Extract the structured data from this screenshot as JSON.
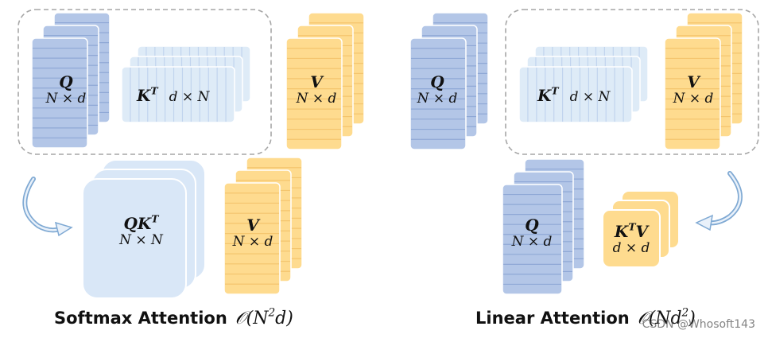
{
  "colors": {
    "q_fill": "#b3c6e7",
    "q_stroke": "#8fa8d6",
    "k_fill": "#deebf7",
    "k_stroke": "#c1d4ee",
    "v_fill": "#fedb8f",
    "v_stroke": "#f4c56e",
    "qk_fill": "#d9e7f7",
    "dashed_border": "#a6a6a6",
    "arrow": "#7fa9d3"
  },
  "softmax": {
    "q": {
      "name": "Q",
      "dim": "N × d"
    },
    "kt": {
      "name": "K",
      "sup": "T",
      "dim": "d × N"
    },
    "v": {
      "name": "V",
      "dim": "N × d"
    },
    "qk": {
      "name": "QK",
      "sup": "T",
      "dim": "N × N"
    },
    "v2": {
      "name": "V",
      "dim": "N × d"
    },
    "caption": {
      "text": "Softmax Attention",
      "complexity": "𝒪(N",
      "complexity_sup": "2",
      "complexity_end": "d)"
    }
  },
  "linear": {
    "q": {
      "name": "Q",
      "dim": "N × d"
    },
    "kt": {
      "name": "K",
      "sup": "T",
      "dim": "d × N"
    },
    "v": {
      "name": "V",
      "dim": "N × d"
    },
    "q2": {
      "name": "Q",
      "dim": "N × d"
    },
    "ktv": {
      "name": "K",
      "sup": "T",
      "name_end": "V",
      "dim": "d × d"
    },
    "caption": {
      "text": "Linear Attention",
      "complexity": "𝒪(Nd",
      "complexity_sup": "2",
      "complexity_end": ")"
    }
  },
  "watermark": "CSDN @Whosoft143"
}
